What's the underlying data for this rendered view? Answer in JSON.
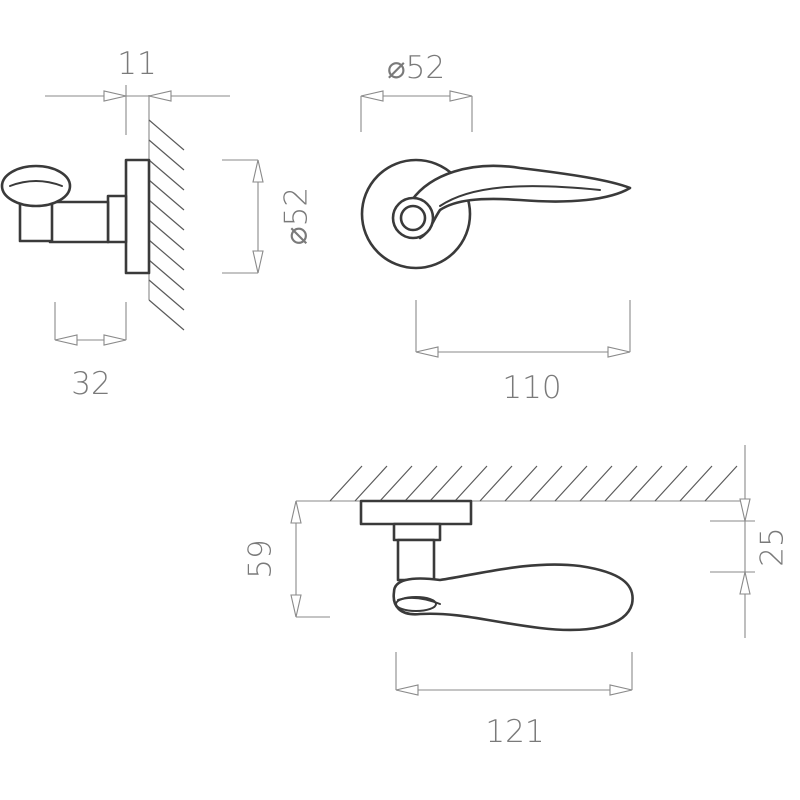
{
  "dimensions": {
    "rose_thickness": "11",
    "rose_diameter_top": "⌀52",
    "rose_diameter_side": "⌀52",
    "projection": "32",
    "lever_length_top": "110",
    "handle_offset": "59",
    "lever_width": "25",
    "lever_length_bottom": "121"
  },
  "colors": {
    "outline": "#3a3a3a",
    "dimension": "#8a8a8a",
    "hatch": "#5a5a5a",
    "background": "#ffffff"
  }
}
